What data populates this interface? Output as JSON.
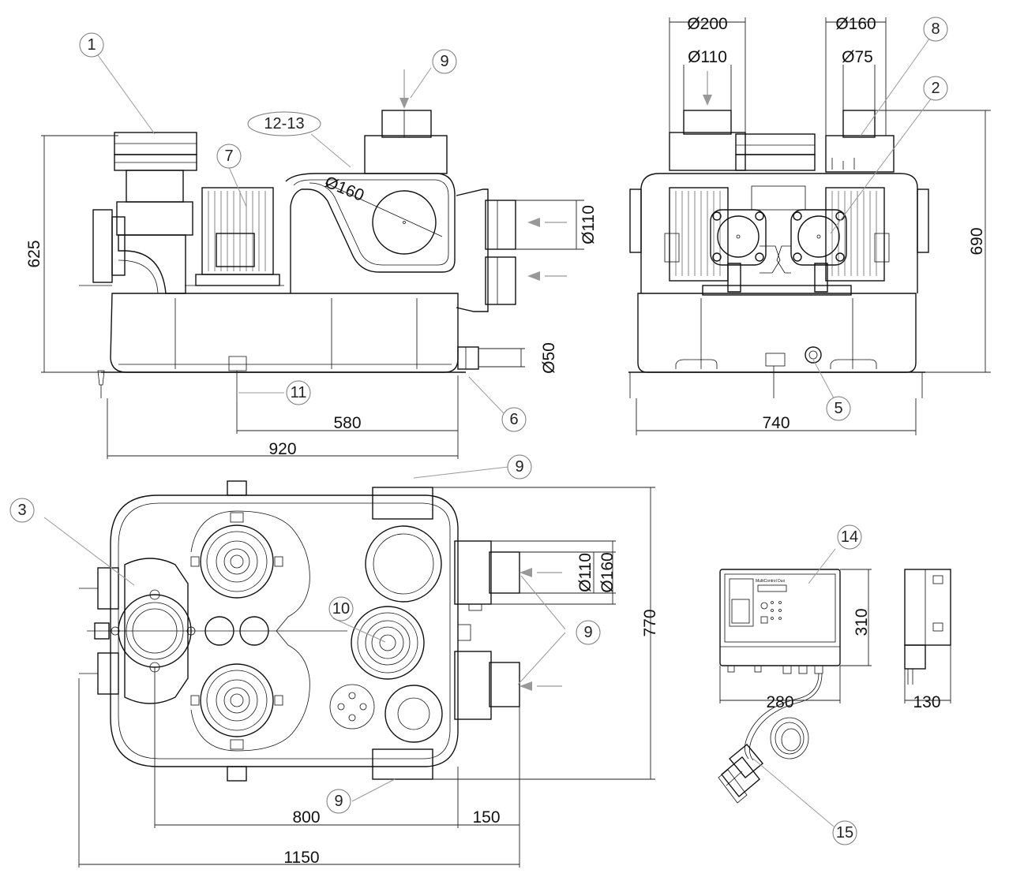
{
  "dimensions": {
    "side_height": "625",
    "side_pipe_dia_top": "Ø110",
    "side_pipe_dia_bottom": "Ø50",
    "side_inner_dia": "Ø160",
    "side_width_total": "920",
    "side_width_inner": "580",
    "front_dia_200": "Ø200",
    "front_dia_110": "Ø110",
    "front_dia_160": "Ø160",
    "front_dia_75": "Ø75",
    "front_height": "690",
    "front_width": "740",
    "top_dia_110": "Ø110",
    "top_dia_160": "Ø160",
    "top_depth": "770",
    "top_width_800": "800",
    "top_width_150": "150",
    "top_width_total": "1150",
    "ctrl_height": "310",
    "ctrl_width": "280",
    "ctrl_depth": "130"
  },
  "callouts": {
    "c1": "1",
    "c2": "2",
    "c3": "3",
    "c5": "5",
    "c6": "6",
    "c7": "7",
    "c8": "8",
    "c9a": "9",
    "c9b": "9",
    "c9c": "9",
    "c9d": "9",
    "c10": "10",
    "c11": "11",
    "c12": "12-13",
    "c14": "14",
    "c15": "15"
  },
  "panel": {
    "title": "MultiControl Duo"
  }
}
